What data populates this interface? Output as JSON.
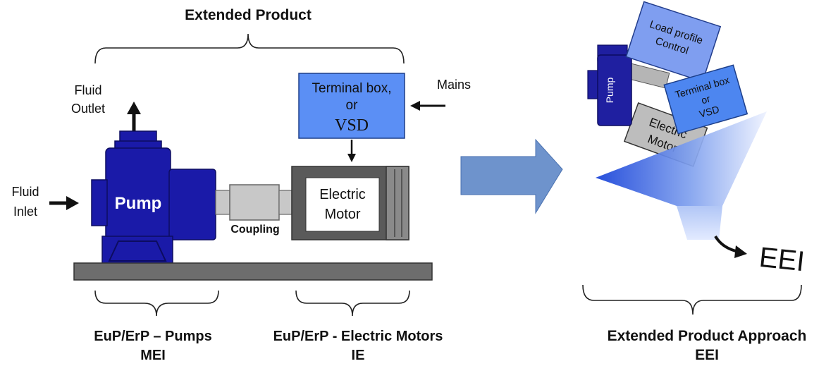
{
  "extended_product": {
    "title": "Extended Product"
  },
  "pump_system": {
    "fluid_outlet_line1": "Fluid",
    "fluid_outlet_line2": "Outlet",
    "fluid_inlet_line1": "Fluid",
    "fluid_inlet_line2": "Inlet",
    "pump_label": "Pump",
    "coupling_label": "Coupling",
    "motor_line1": "Electric",
    "motor_line2": "Motor",
    "terminal_line1": "Terminal box,",
    "terminal_line2": "or",
    "terminal_line3": "VSD",
    "mains_label": "Mains"
  },
  "regulations": {
    "pumps_line1": "EuP/ErP – Pumps",
    "pumps_line2": "MEI",
    "motors_line1": "EuP/ErP - Electric Motors",
    "motors_line2": "IE"
  },
  "approach": {
    "load_profile_line1": "Load profile",
    "load_profile_line2": "Control",
    "pump_label": "Pump",
    "terminal_line1": "Terminal box",
    "terminal_line2": "or",
    "terminal_line3": "VSD",
    "motor_line1": "Electric",
    "motor_line2": "Motor",
    "result_label": "EEI",
    "caption_line1": "Extended Product Approach",
    "caption_line2": "EEI"
  },
  "colors": {
    "pump_blue": "#1a1aa8",
    "terminal_blue": "#5b8ff5",
    "arrow_blue": "#6e93cc",
    "base_gray": "#6d6d6d"
  }
}
